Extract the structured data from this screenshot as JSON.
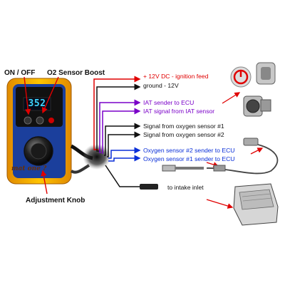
{
  "device": {
    "display_value": "352",
    "brand_text": "mat one ?",
    "labels": {
      "on_off": "ON / OFF",
      "o2_boost": "O2 Sensor Boost",
      "adjustment_knob": "Adjustment Knob"
    }
  },
  "wires": [
    {
      "label": "+ 12V DC - ignition feed",
      "color": "#e00000"
    },
    {
      "label": "ground - 12V",
      "color": "#111111"
    },
    {
      "label": "IAT sender to ECU",
      "color": "#7a00c8"
    },
    {
      "label": "IAT signal from IAT sensor",
      "color": "#7a00c8"
    },
    {
      "label": "Signal from oxygen sensor #1",
      "color": "#111111"
    },
    {
      "label": "Signal from oxygen sensor #2",
      "color": "#111111"
    },
    {
      "label": "Oxygen sensor #2 sender to ECU",
      "color": "#0a2fd8"
    },
    {
      "label": "Oxygen sensor #1 sender to ECU",
      "color": "#0a2fd8"
    },
    {
      "label": "to intake inlet",
      "color": "#111111"
    }
  ]
}
